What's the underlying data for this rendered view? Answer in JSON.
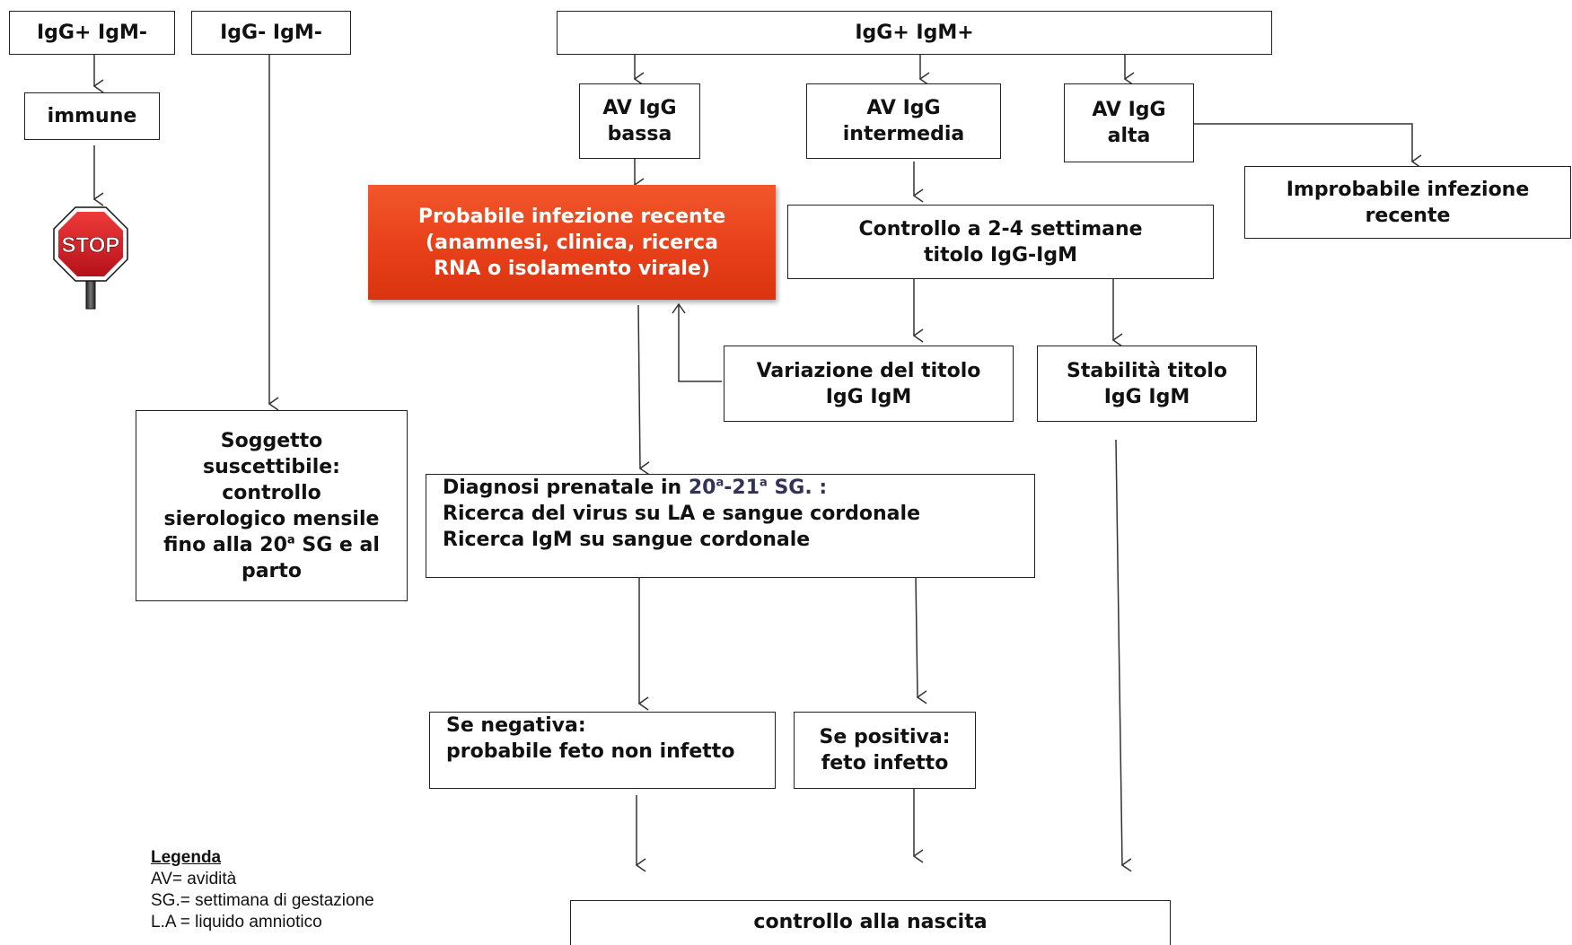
{
  "boxes": {
    "igg_pos_igm_neg": "IgG+ IgM-",
    "igg_neg_igm_neg": "IgG- IgM-",
    "igg_pos_igm_pos": "IgG+ IgM+",
    "immune": "immune",
    "av_low": [
      "AV IgG",
      "bassa"
    ],
    "av_mid": [
      "AV IgG",
      "intermedia"
    ],
    "av_high": [
      "AV IgG",
      "alta"
    ],
    "recent_infection": [
      "Probabile  infezione recente",
      "(anamnesi, clinica, ricerca",
      "RNA o isolamento virale)"
    ],
    "control_2_4": [
      "Controllo a 2-4 settimane",
      "titolo IgG-IgM"
    ],
    "improbable": [
      "Improbabile infezione",
      "recente"
    ],
    "titer_change": [
      "Variazione del titolo",
      "IgG IgM"
    ],
    "titer_stable": [
      "Stabilità  titolo",
      "IgG IgM"
    ],
    "susceptible": [
      "Soggetto",
      "suscettibile:",
      "controllo",
      "sierologico mensile",
      "fino alla 20",
      "a",
      " SG e al",
      "parto"
    ],
    "prenatal": {
      "prefix": "Diagnosi prenatale in ",
      "w1": "20",
      "sup1": "a",
      "dash": "-21",
      "sup2": "a",
      "suffix": " SG. :",
      "line2": "Ricerca del virus su LA e sangue cordonale",
      "line3": "Ricerca  IgM su sangue cordonale"
    },
    "negative": [
      "Se negativa:",
      "probabile feto non infetto"
    ],
    "positive": [
      "Se positiva:",
      "feto infetto"
    ],
    "birth": "controllo alla nascita"
  },
  "stop_sign": {
    "text": "STOP",
    "color": "#d71920"
  },
  "highlight_color": "#e8401a",
  "legend": {
    "title": "Legenda",
    "items": [
      "AV= avidità",
      "SG.= settimana di gestazione",
      "L.A = liquido amniotico"
    ]
  }
}
